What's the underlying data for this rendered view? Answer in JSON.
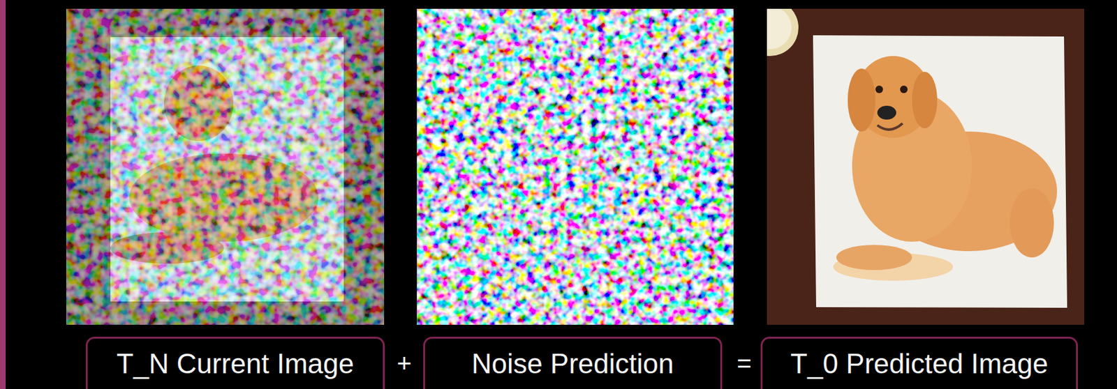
{
  "diagram": {
    "nodes": [
      {
        "text": [
          "T_N Current Image"
        ]
      },
      {
        "text": [
          "Noise Prediction"
        ]
      },
      {
        "text": [
          "T_0 Predicted Image"
        ]
      }
    ],
    "labels": [
      "+",
      "="
    ]
  }
}
